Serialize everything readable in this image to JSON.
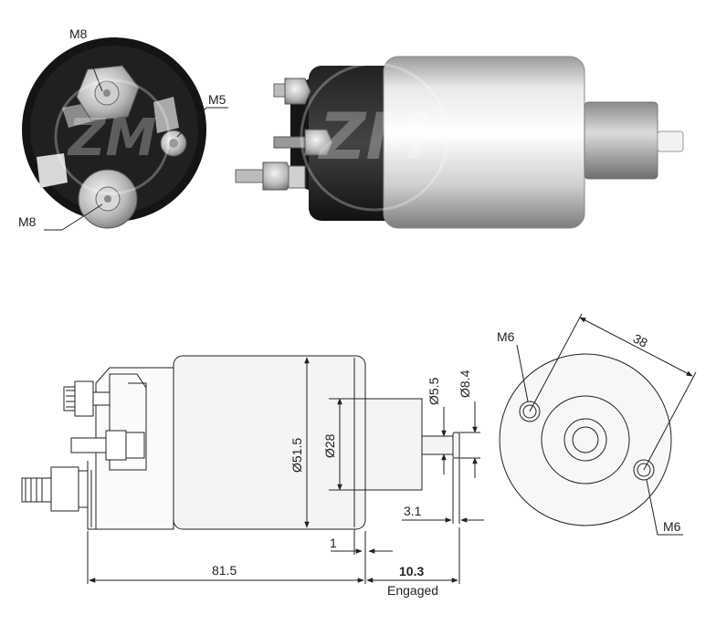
{
  "watermark": {
    "text": "ZM"
  },
  "photo_front": {
    "labels": {
      "top": "M8",
      "right": "M5",
      "bottom": "M8"
    }
  },
  "drawing_side": {
    "dims": {
      "body_diameter": "Ø51.5",
      "bore_diameter": "Ø28",
      "shaft_diameter": "Ø5.5",
      "tip_diameter": "Ø8.4",
      "tip_length": "3.1",
      "gap": "1",
      "overall_length": "81.5",
      "engaged_travel": "10.3",
      "engaged_label": "Engaged"
    }
  },
  "drawing_end": {
    "dims": {
      "hole_spacing": "38",
      "hole_top": "M6",
      "hole_bottom": "M6"
    }
  },
  "colors": {
    "line": "#222222",
    "body_fill": "#f4f4f4",
    "photo_dark": "#1a1a1a"
  }
}
